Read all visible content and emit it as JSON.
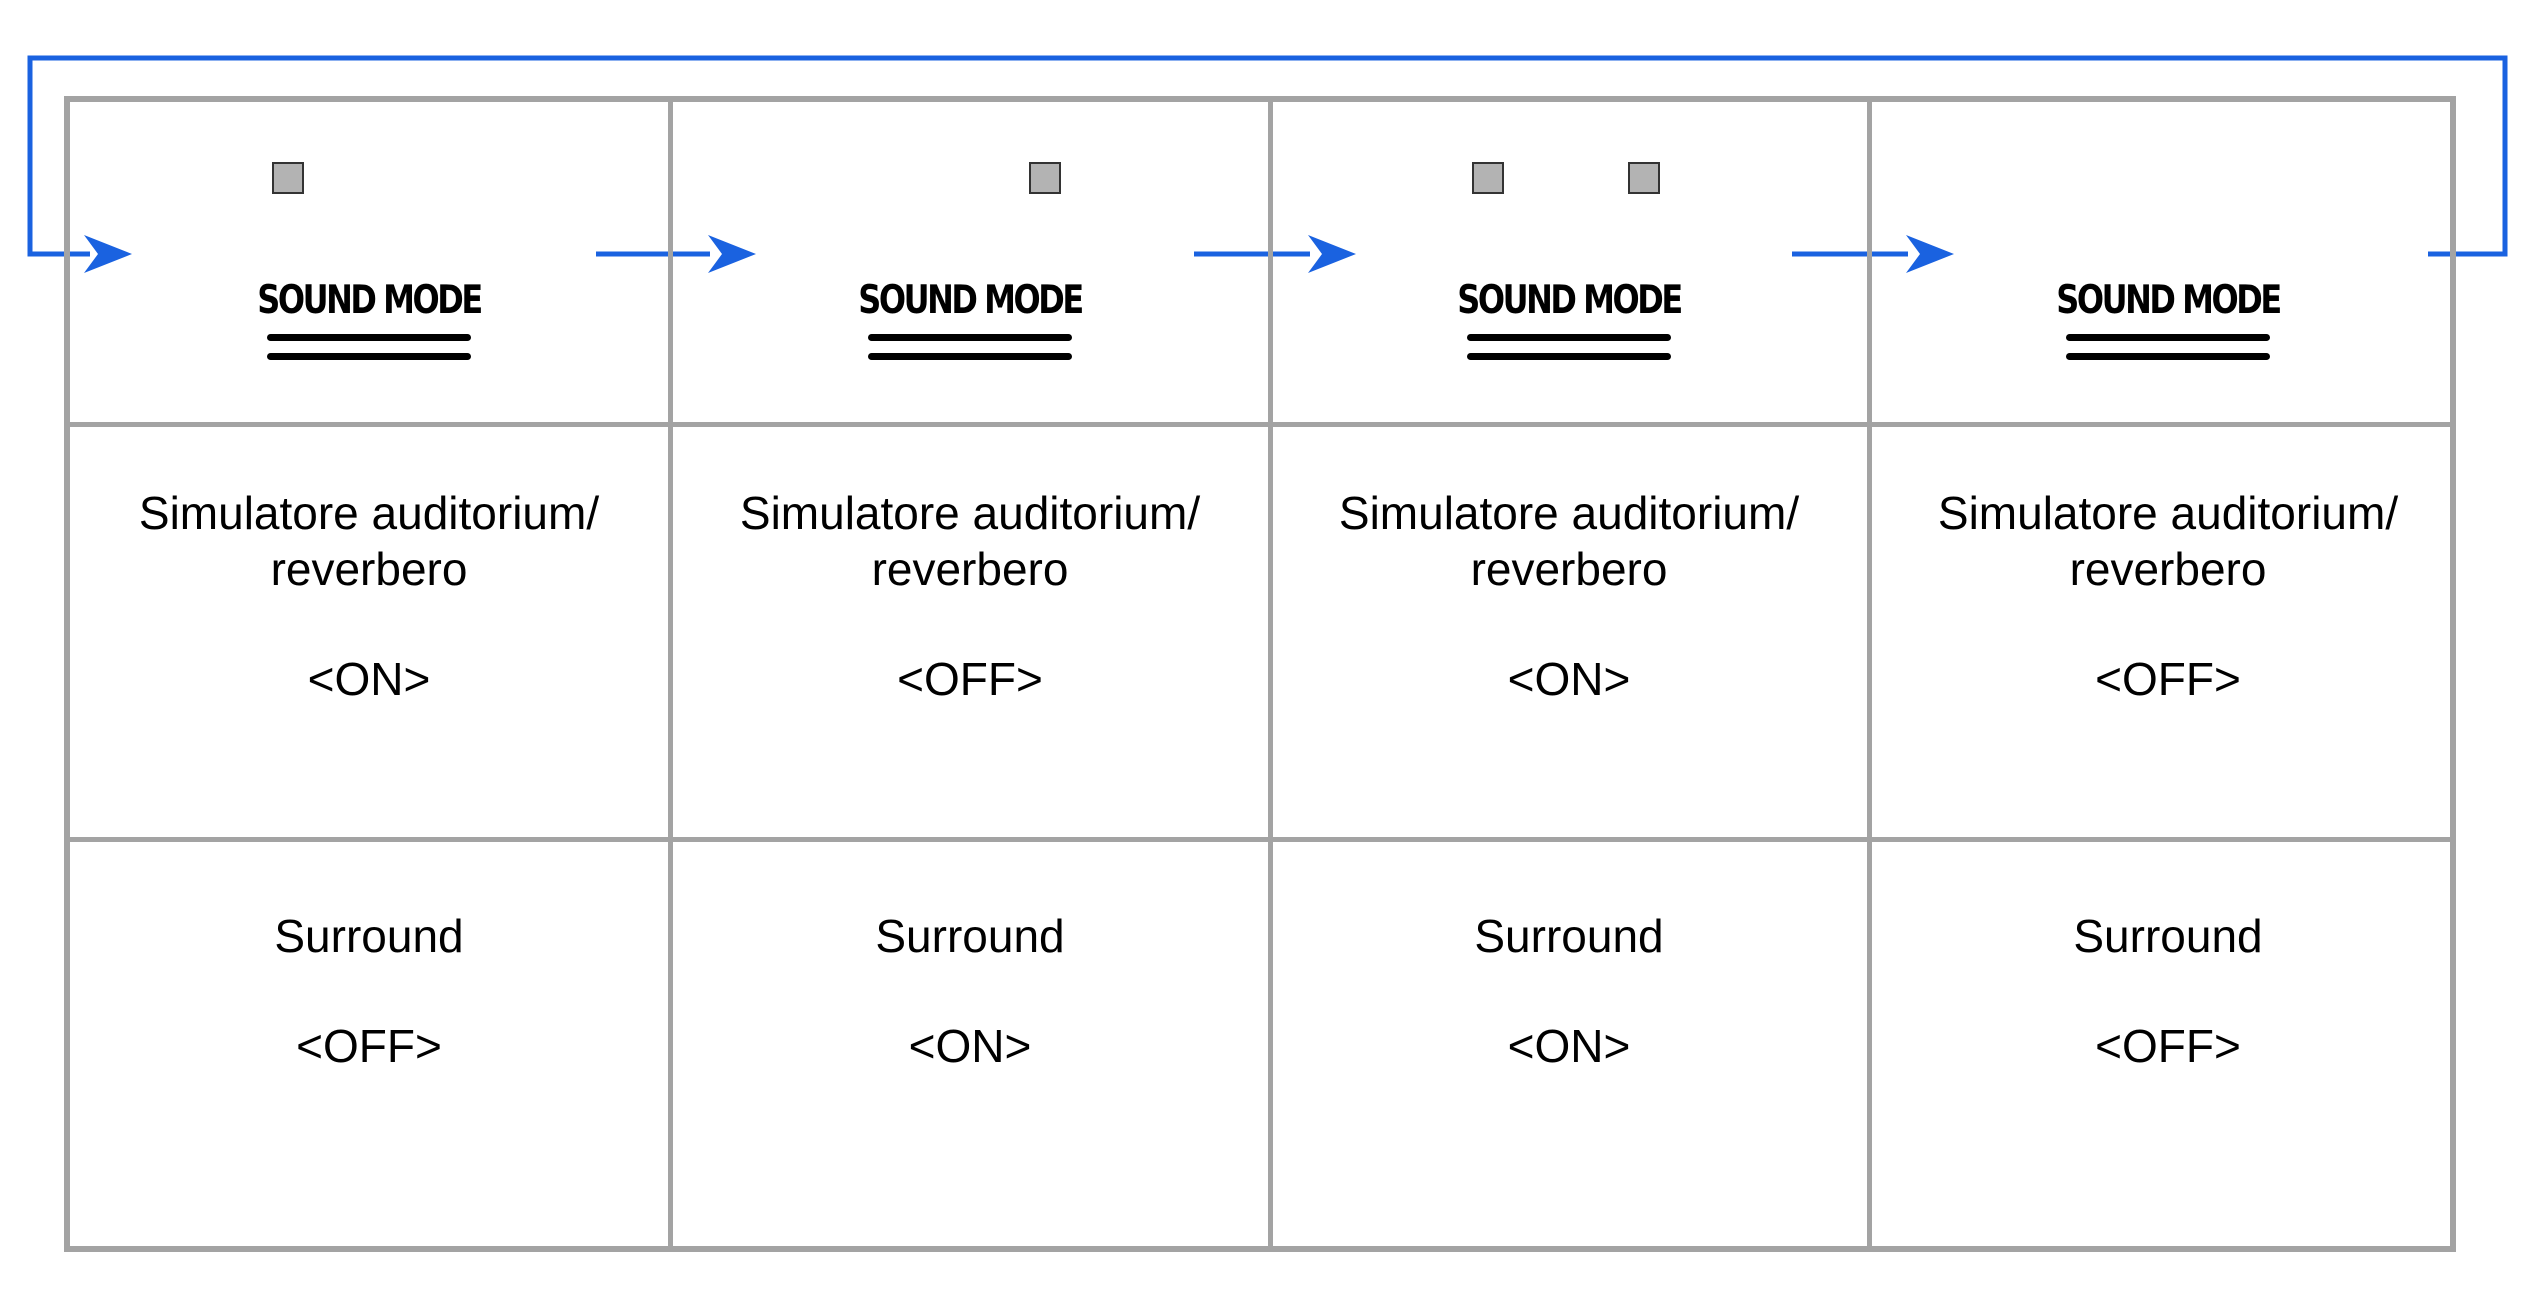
{
  "button_label": "SOUND MODE",
  "arrow_color": "#1a62e0",
  "grid_color": "#a3a3a3",
  "columns": [
    {
      "indicators": [
        "left-led"
      ],
      "row1_line1": "Simulatore auditorium/",
      "row1_line2": "reverbero",
      "row1_state": "<ON>",
      "row2_label": "Surround",
      "row2_state": "<OFF>"
    },
    {
      "indicators": [
        "right-led"
      ],
      "row1_line1": "Simulatore auditorium/",
      "row1_line2": "reverbero",
      "row1_state": "<OFF>",
      "row2_label": "Surround",
      "row2_state": "<ON>"
    },
    {
      "indicators": [
        "left-led",
        "right-led"
      ],
      "row1_line1": "Simulatore auditorium/",
      "row1_line2": "reverbero",
      "row1_state": "<ON>",
      "row2_label": "Surround",
      "row2_state": "<ON>"
    },
    {
      "indicators": [],
      "row1_line1": "Simulatore auditorium/",
      "row1_line2": "reverbero",
      "row1_state": "<OFF>",
      "row2_label": "Surround",
      "row2_state": "<OFF>"
    }
  ]
}
